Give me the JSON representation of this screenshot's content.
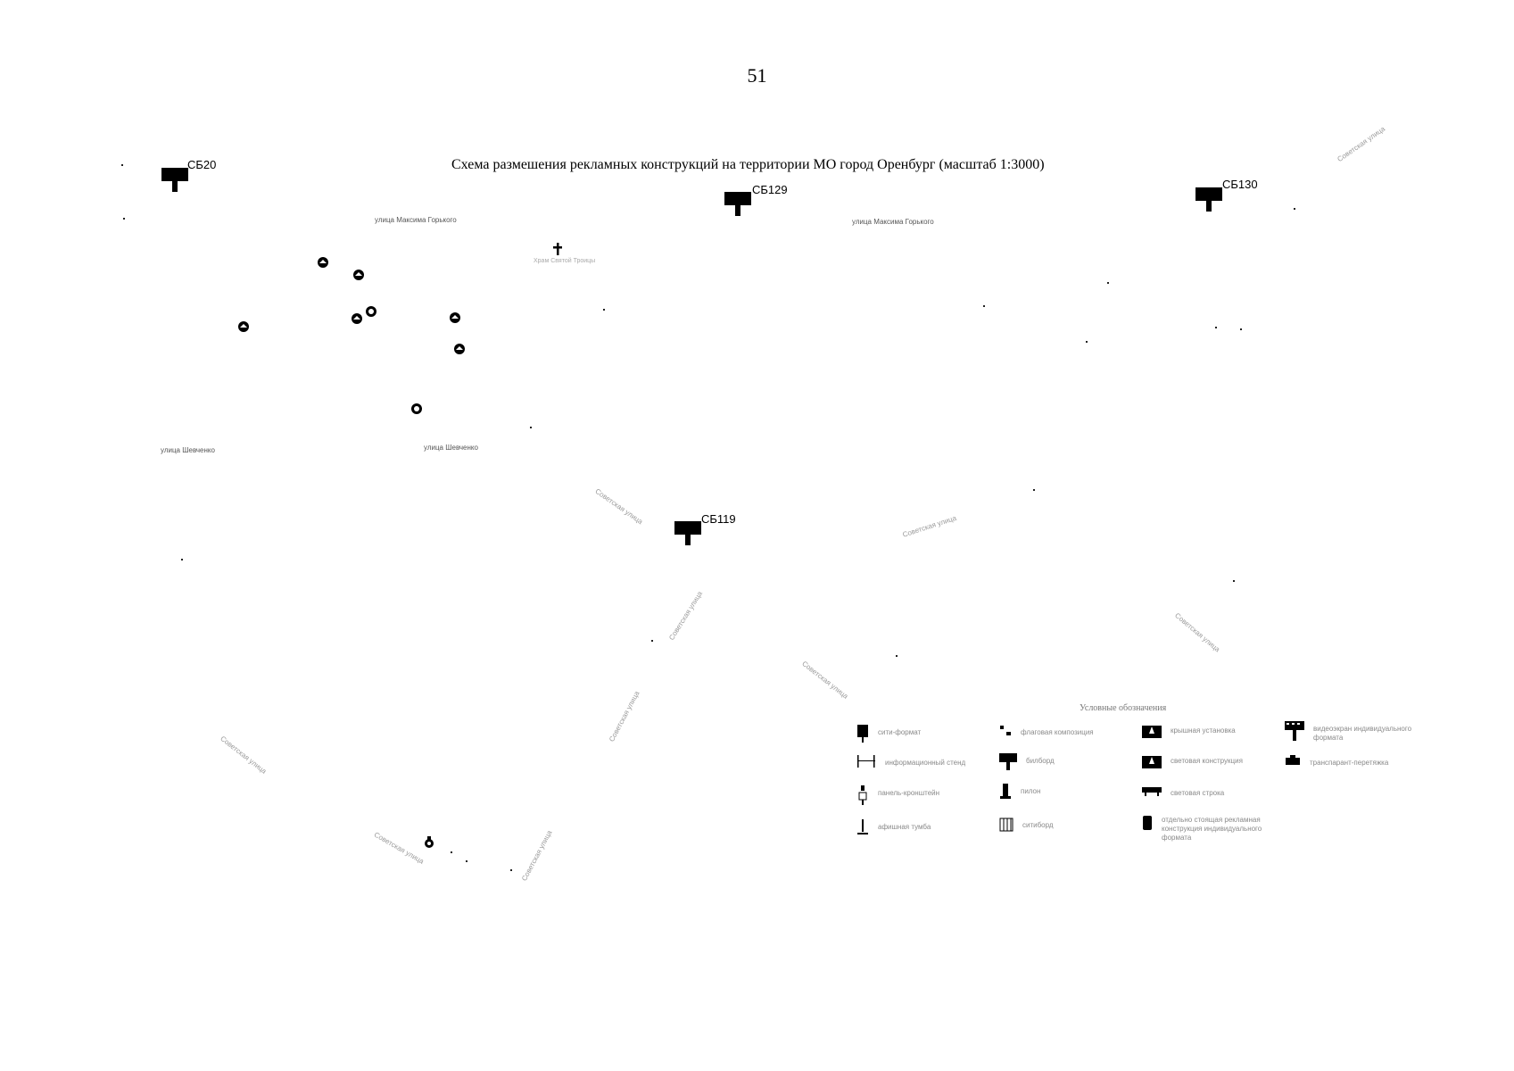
{
  "page": {
    "number": "51"
  },
  "map": {
    "title": "Схема размешения рекламных конструкций на территории МО город Оренбург (масштаб 1:3000)",
    "billboards": [
      {
        "code": "СБ20"
      },
      {
        "code": "СБ129"
      },
      {
        "code": "СБ130"
      },
      {
        "code": "СБ119"
      }
    ],
    "streets": [
      {
        "name": "улица Максима Горького"
      },
      {
        "name": "улица Максима Горького"
      },
      {
        "name": "улица Шевченко"
      },
      {
        "name": "улица Шевченко"
      },
      {
        "name": "Советская улица"
      },
      {
        "name": "Советская улица"
      },
      {
        "name": "Советская улица"
      },
      {
        "name": "Советская улица"
      },
      {
        "name": "Советская улица"
      },
      {
        "name": "Советская улица"
      },
      {
        "name": "Советская улица"
      },
      {
        "name": "Советская улица"
      },
      {
        "name": "Советская улица"
      },
      {
        "name": "Советская улица"
      }
    ],
    "poi": [
      {
        "label": "Храм Святой Троицы",
        "icon": "church-cross-icon"
      }
    ]
  },
  "legend": {
    "title": "Условные обозначения",
    "items": [
      {
        "label": "сити-формат",
        "icon": "city-format-icon"
      },
      {
        "label": "флаговая композиция",
        "icon": "flag-composition-icon"
      },
      {
        "label": "крышная установка",
        "icon": "roof-installation-icon"
      },
      {
        "label": "видеоэкран индивидуального формата",
        "icon": "video-screen-icon"
      },
      {
        "label": "информационный стенд",
        "icon": "info-stand-icon"
      },
      {
        "label": "билборд",
        "icon": "billboard-icon"
      },
      {
        "label": "световая конструкция",
        "icon": "light-construction-icon"
      },
      {
        "label": "транспарант-перетяжка",
        "icon": "banner-stretch-icon"
      },
      {
        "label": "панель-кронштейн",
        "icon": "bracket-panel-icon"
      },
      {
        "label": "пилон",
        "icon": "pylon-icon"
      },
      {
        "label": "световая строка",
        "icon": "light-line-icon"
      },
      {
        "label": "афишная тумба",
        "icon": "poster-column-icon"
      },
      {
        "label": "ситиборд",
        "icon": "cityboard-icon"
      },
      {
        "label": "отдельно стоящая рекламная конструкция индивидуального формата",
        "icon": "freestanding-icon"
      }
    ]
  },
  "colors": {
    "marker": "#000000",
    "faint_label": "#b7b7b7",
    "street": "#9a9a9a"
  }
}
